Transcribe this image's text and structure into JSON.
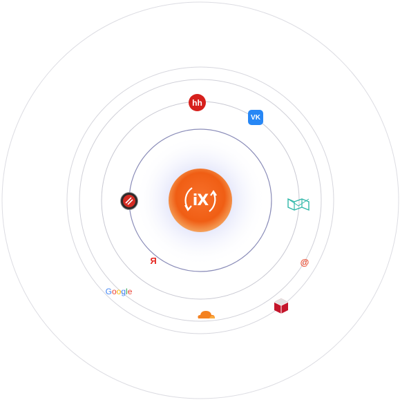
{
  "hub": {
    "label": "iX",
    "color": "#f26a1b"
  },
  "orbits_color": "#d9d9de",
  "inner_orbit_color": "#8a8cb8",
  "logos": {
    "hh": {
      "text": "hh",
      "color": "#d6201c"
    },
    "vk": {
      "text": "VK",
      "color": "#2787f5"
    },
    "yandex": {
      "text": "Я",
      "color": "#e52620"
    },
    "mail": {
      "text": "@",
      "color": "#e8472b"
    },
    "google": {
      "letters": [
        "G",
        "o",
        "o",
        "g",
        "l",
        "e"
      ],
      "colors": [
        "#4285f4",
        "#ea4335",
        "#fbbc05",
        "#4285f4",
        "#34a853",
        "#ea4335"
      ]
    },
    "cloudflare": {
      "icon": "cloud-icon",
      "color": "#f48120"
    },
    "yandex_market": {
      "icon": "cube-icon",
      "color": "#c4152b"
    },
    "avatar": {
      "icon": "bolt-icon",
      "color": "#d42b22"
    },
    "map": {
      "icon": "map-icon",
      "color": "#2fb7a8"
    }
  }
}
